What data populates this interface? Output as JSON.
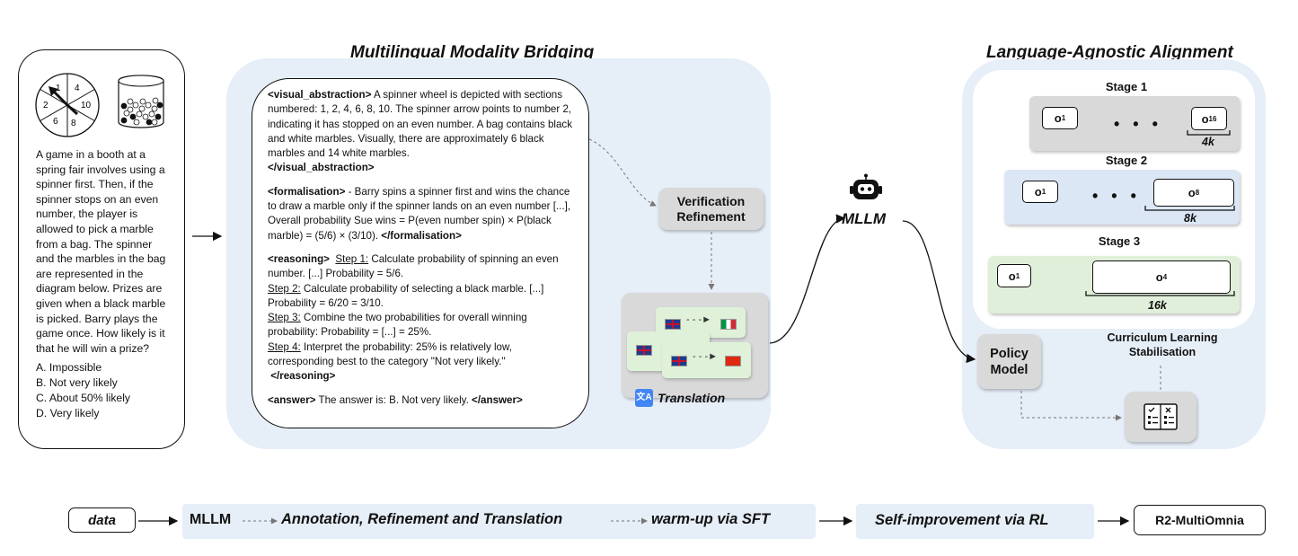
{
  "titles": {
    "bridging": "Multilingual Modality Bridging",
    "alignment": "Language-Agnostic Alignment"
  },
  "spinner": {
    "numbers": [
      "1",
      "4",
      "2",
      "10",
      "6",
      "8"
    ]
  },
  "problem": {
    "text": "A game in a booth at a spring fair involves using a spinner first. Then, if the spinner stops on an even number, the player is allowed to pick a marble from a bag. The spinner and the marbles in the bag are represented in the diagram below. Prizes are given when a black marble is picked. Barry plays the game once. How likely is it that he will win a prize?",
    "options": [
      "A. Impossible",
      "B. Not very likely",
      "C. About 50% likely",
      "D. Very likely"
    ]
  },
  "reasoning_box": {
    "visual_open": "<visual_abstraction>",
    "visual_body": " A spinner wheel is depicted with sections numbered: 1, 2, 4, 6, 8, 10. The spinner arrow points to number 2, indicating it has stopped on an even number. A bag contains black and white marbles. Visually, there are approximately 6 black marbles and 14 white marbles.",
    "visual_close": "</visual_abstraction>",
    "form_open": "<formalisation>",
    "form_body": " - Barry spins a spinner first and wins the chance to draw a marble only if the spinner lands on an even number [...], Overall probability Sue wins = P(even number spin) × P(black marble) = (5/6) × (3/10). ",
    "form_close": "</formalisation>",
    "reason_open": "<reasoning>",
    "step1_label": "Step 1:",
    "step1_text": " Calculate probability of spinning an even number.  [...] Probability = 5/6.",
    "step2_label": "Step 2:",
    "step2_text": " Calculate probability of selecting a black marble. [...] Probability = 6/20 = 3/10.",
    "step3_label": "Step 3:",
    "step3_text": " Combine the two probabilities for overall winning probability: Probability = [...] = 25%.",
    "step4_label": "Step 4:",
    "step4_text": " Interpret the probability: 25% is relatively low, corresponding best to the category \"Not very likely.\"",
    "reason_close": "</reasoning>",
    "answer_open": "<answer>",
    "answer_body": " The answer is: B. Not very likely. ",
    "answer_close": "</answer>"
  },
  "verification": {
    "label": "Verification Refinement"
  },
  "translation": {
    "label": "Translation",
    "icon": "translate-icon"
  },
  "mllm": {
    "label": "MLLM",
    "icon": "robot-icon"
  },
  "stages": [
    {
      "label": "Stage 1",
      "first": "o",
      "first_sub": "1",
      "last": "o",
      "last_sub": "16",
      "dots": "• • •",
      "k": "4k",
      "color": "#d9d9d9"
    },
    {
      "label": "Stage 2",
      "first": "o",
      "first_sub": "1",
      "last": "o",
      "last_sub": "8",
      "dots": "• • •",
      "k": "8k",
      "color": "#dbe7f5"
    },
    {
      "label": "Stage 3",
      "first": "o",
      "first_sub": "1",
      "last": "o",
      "last_sub": "4",
      "k": "16k",
      "color": "#e0efd9"
    }
  ],
  "policy": {
    "label": "Policy Model"
  },
  "curriculum": {
    "label": "Curriculum Learning Stabilisation",
    "icon": "checklist-icon"
  },
  "pipeline": {
    "data": "data",
    "mllm": "MLLM",
    "annotation": "Annotation, Refinement and Translation",
    "warmup": "warm-up via SFT",
    "rl": "Self-improvement via RL",
    "output": "R2-MultiOmnia"
  }
}
